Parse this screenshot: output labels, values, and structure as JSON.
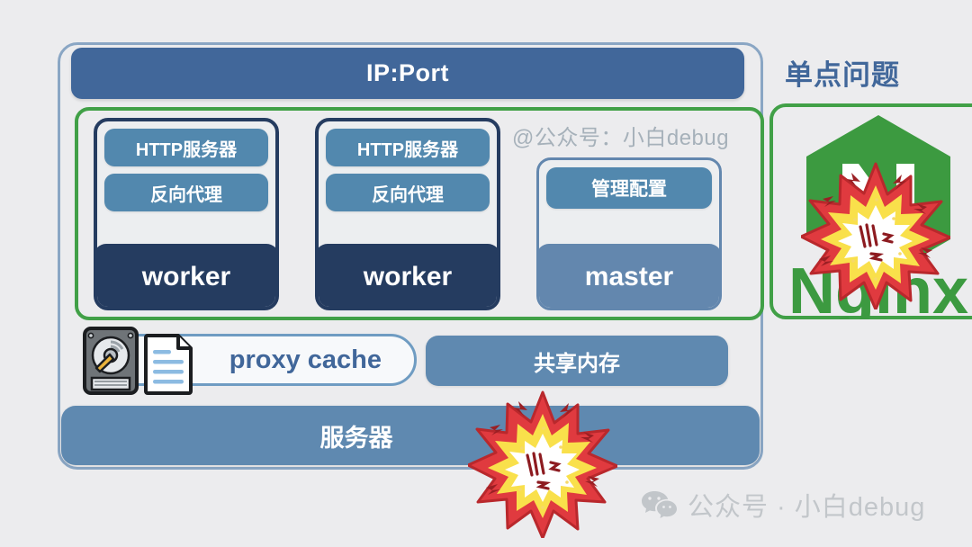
{
  "diagram": {
    "outer_container_name": "server-container",
    "header_bar": {
      "label": "IP:Port"
    },
    "inner_watermark": "@公众号：小白debug",
    "process_group": {
      "cards": [
        {
          "id": "worker-1",
          "type": "worker",
          "pills": [
            "HTTP服务器",
            "反向代理"
          ],
          "footer": "worker"
        },
        {
          "id": "worker-2",
          "type": "worker",
          "pills": [
            "HTTP服务器",
            "反向代理"
          ],
          "footer": "worker"
        },
        {
          "id": "master-1",
          "type": "master",
          "pills": [
            "管理配置"
          ],
          "footer": "master"
        }
      ]
    },
    "storage_row": {
      "proxy_cache_label": "proxy cache",
      "shared_memory_label": "共享内存",
      "hdd_icon": "hard-drive-icon",
      "doc_icon": "document-icon"
    },
    "server_bar": {
      "label": "服务器"
    },
    "right_panel": {
      "title": "单点问题",
      "logo_letter": "N",
      "logo_wordmark": "Nginx"
    },
    "explosions": [
      {
        "id": "explosion-server",
        "name": "explosion-burst-icon"
      },
      {
        "id": "explosion-nginx",
        "name": "explosion-burst-icon"
      }
    ],
    "bottom_watermark": {
      "icon": "wechat-icon",
      "text": "公众号 · 小白debug"
    }
  },
  "colors": {
    "background": "#ececee",
    "header_blue": "#41679a",
    "pill_blue": "#5288ae",
    "worker_navy": "#253c60",
    "master_blue": "#6387ae",
    "bar_blue": "#5f89b0",
    "green_border": "#41a047",
    "outer_border": "#8aa6c4",
    "nginx_green": "#3c9a40",
    "explosion_red": "#e03a3f",
    "explosion_yellow": "#f9e04b",
    "watermark_grey": "#c2c6ca"
  }
}
